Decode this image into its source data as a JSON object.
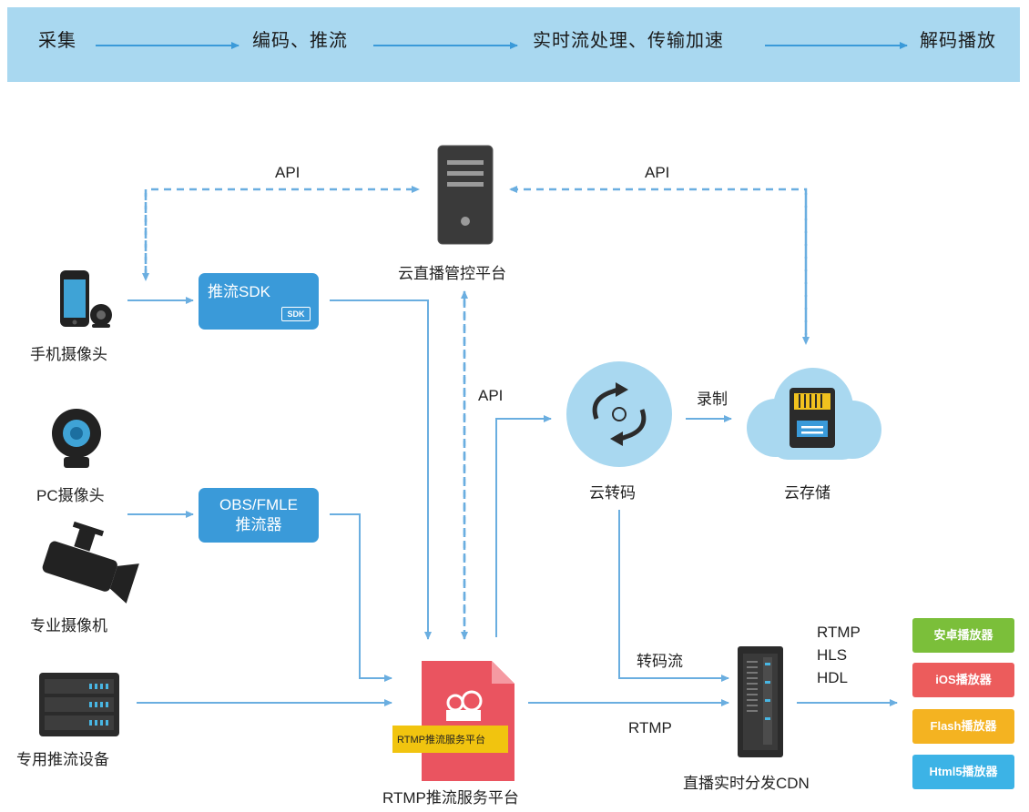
{
  "stages": [
    "采集",
    "编码、推流",
    "实时流处理、传输加速",
    "解码播放"
  ],
  "labels": {
    "api_left": "API",
    "api_right": "API",
    "api_mid": "API",
    "record": "录制",
    "transcode_stream": "转码流",
    "rtmp_link": "RTMP",
    "protocols": [
      "RTMP",
      "HLS",
      "HDL"
    ]
  },
  "nodes": {
    "control_platform": "云直播管控平台",
    "push_sdk": "推流SDK",
    "sdk_badge": "SDK",
    "obs_line1": "OBS/FMLE",
    "obs_line2": "推流器",
    "cloud_transcode": "云转码",
    "cloud_storage": "云存储",
    "rtmp_platform": "RTMP推流服务平台",
    "rtmp_doc_label": "RTMP推流服务平台",
    "cdn": "直播实时分发CDN"
  },
  "sources": {
    "phone": "手机摄像头",
    "pc": "PC摄像头",
    "pro": "专业摄像机",
    "device": "专用推流设备"
  },
  "players": [
    {
      "label": "安卓播放器",
      "color": "#7bbf3a"
    },
    {
      "label": "iOS播放器",
      "color": "#ec5c5c"
    },
    {
      "label": "Flash播放器",
      "color": "#f4b321"
    },
    {
      "label": "Html5播放器",
      "color": "#3cb3e6"
    }
  ],
  "colors": {
    "arrow": "#6aaee0",
    "banner": "#a9d8f0",
    "button": "#3a9ad9"
  }
}
